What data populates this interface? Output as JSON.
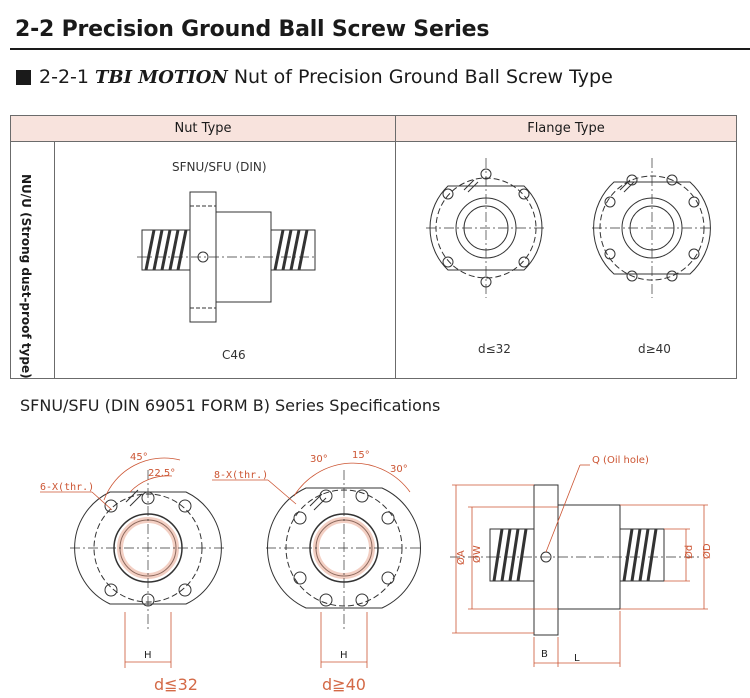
{
  "section_title": "2-2 Precision Ground Ball Screw Series",
  "subsection": {
    "prefix": "2-2-1",
    "brand": "TBI MOTION",
    "suffix": "Nut of Precision Ground Ball Screw Type"
  },
  "table": {
    "headers": [
      "Nut Type",
      "Flange Type"
    ],
    "row_label": "NU/U (Strong dust-proof type)",
    "nut_model": "SFNU/SFU (DIN)",
    "nut_code": "C46",
    "flange_captions": [
      "d≤32",
      "d≥40"
    ]
  },
  "spec_title": "SFNU/SFU (DIN 69051 FORM B) Series Specifications",
  "diagram_labels": {
    "angle_45": "45°",
    "angle_22_5": "22.5°",
    "holes_6": "6-X(thr.)",
    "holes_8": "8-X(thr.)",
    "angle_30_left": "30°",
    "angle_15": "15°",
    "angle_30_right": "30°",
    "h_left": "H",
    "h_right": "H",
    "q_oil": "Q (Oil hole)",
    "dim_a": "ØA",
    "dim_w": "ØW",
    "dim_d": "Ød",
    "dim_D": "ØD",
    "dim_b": "B",
    "dim_l": "L"
  },
  "bottom_captions": [
    "d≦32",
    "d≧40"
  ],
  "colors": {
    "header_bg": "#f8e3dd",
    "dimension": "#cc5533",
    "line": "#333333"
  }
}
